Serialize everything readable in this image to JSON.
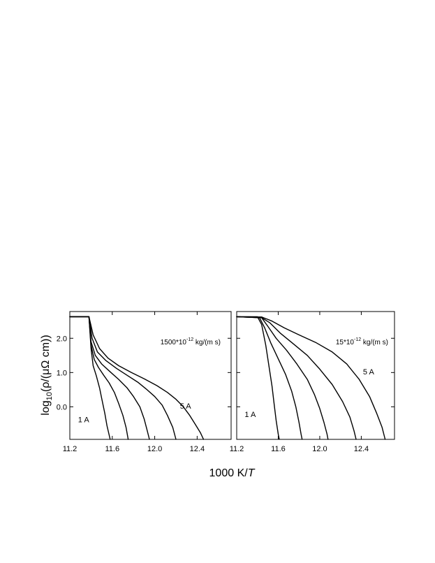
{
  "chart_data": [
    {
      "type": "line",
      "panel": "left",
      "annotation": {
        "base": "1500*10",
        "exp": "-12",
        "unit": " kg/(m s)"
      },
      "xlabel": "1000 K/T",
      "ylabel": "log10(ρ/(μΩ cm))",
      "xlim": [
        11.2,
        12.72
      ],
      "ylim": [
        -0.95,
        2.78
      ],
      "xticks": [
        "11.2",
        "11.6",
        "12.0",
        "12.4"
      ],
      "xtick_values": [
        11.2,
        11.6,
        12.0,
        12.4
      ],
      "yticks": [
        "2.0",
        "1.0",
        "0.0"
      ],
      "ytick_values": [
        2.0,
        1.0,
        0.0
      ],
      "curve_labels": [
        {
          "text": "1 A",
          "x": 11.33,
          "y": -0.45
        },
        {
          "text": "5 A",
          "x": 12.29,
          "y": -0.05
        }
      ],
      "series": [
        {
          "x": [
            11.2,
            11.38,
            11.4,
            11.42,
            11.45,
            11.48,
            11.5,
            11.53,
            11.55,
            11.58
          ],
          "y": [
            2.63,
            2.63,
            1.7,
            1.2,
            0.9,
            0.55,
            0.25,
            -0.2,
            -0.55,
            -0.95
          ]
        },
        {
          "x": [
            11.2,
            11.38,
            11.4,
            11.43,
            11.47,
            11.52,
            11.57,
            11.62,
            11.66,
            11.7,
            11.73,
            11.75
          ],
          "y": [
            2.63,
            2.63,
            1.8,
            1.38,
            1.15,
            0.92,
            0.7,
            0.42,
            0.1,
            -0.25,
            -0.6,
            -0.95
          ]
        },
        {
          "x": [
            11.2,
            11.38,
            11.4,
            11.44,
            11.5,
            11.58,
            11.66,
            11.74,
            11.8,
            11.86,
            11.9,
            11.93,
            11.95
          ],
          "y": [
            2.63,
            2.63,
            1.9,
            1.5,
            1.25,
            1.02,
            0.8,
            0.55,
            0.3,
            0.0,
            -0.35,
            -0.7,
            -0.95
          ]
        },
        {
          "x": [
            11.2,
            11.38,
            11.41,
            11.46,
            11.54,
            11.64,
            11.74,
            11.84,
            11.92,
            12.0,
            12.07,
            12.12,
            12.17,
            12.2
          ],
          "y": [
            2.63,
            2.63,
            2.0,
            1.6,
            1.35,
            1.12,
            0.92,
            0.72,
            0.52,
            0.3,
            0.05,
            -0.25,
            -0.6,
            -0.95
          ]
        },
        {
          "x": [
            11.2,
            11.38,
            11.42,
            11.48,
            11.56,
            11.66,
            11.78,
            11.9,
            12.02,
            12.12,
            12.2,
            12.27,
            12.33,
            12.38,
            12.43,
            12.46
          ],
          "y": [
            2.63,
            2.63,
            2.1,
            1.7,
            1.42,
            1.2,
            1.0,
            0.82,
            0.62,
            0.42,
            0.22,
            0.0,
            -0.25,
            -0.5,
            -0.75,
            -0.95
          ]
        }
      ]
    },
    {
      "type": "line",
      "panel": "right",
      "annotation": {
        "base": "15*10",
        "exp": "-12",
        "unit": " kg/(m s)"
      },
      "xlabel": "1000 K/T",
      "ylabel": "",
      "xlim": [
        11.2,
        12.72
      ],
      "ylim": [
        -0.95,
        2.78
      ],
      "xticks": [
        "11.2",
        "11.6",
        "12.0",
        "12.4"
      ],
      "xtick_values": [
        11.2,
        11.6,
        12.0,
        12.4
      ],
      "yticks": [],
      "ytick_values": [
        2.0,
        1.0,
        0.0
      ],
      "curve_labels": [
        {
          "text": "1 A",
          "x": 11.33,
          "y": -0.3
        },
        {
          "text": "5 A",
          "x": 12.47,
          "y": 0.95
        }
      ],
      "series": [
        {
          "x": [
            11.2,
            11.4,
            11.44,
            11.48,
            11.51,
            11.54,
            11.56,
            11.58,
            11.6,
            11.61
          ],
          "y": [
            2.63,
            2.63,
            2.4,
            1.8,
            1.2,
            0.6,
            0.1,
            -0.4,
            -0.8,
            -0.95
          ]
        },
        {
          "x": [
            11.2,
            11.42,
            11.47,
            11.53,
            11.6,
            11.67,
            11.73,
            11.77,
            11.8,
            11.82,
            11.83
          ],
          "y": [
            2.63,
            2.6,
            2.3,
            1.85,
            1.4,
            0.95,
            0.45,
            0.0,
            -0.45,
            -0.8,
            -0.95
          ]
        },
        {
          "x": [
            11.2,
            11.44,
            11.5,
            11.58,
            11.68,
            11.78,
            11.88,
            11.95,
            12.0,
            12.04,
            12.07,
            12.08
          ],
          "y": [
            2.63,
            2.6,
            2.35,
            2.0,
            1.65,
            1.25,
            0.8,
            0.35,
            -0.05,
            -0.45,
            -0.8,
            -0.95
          ]
        },
        {
          "x": [
            11.2,
            11.44,
            11.52,
            11.62,
            11.74,
            11.88,
            12.0,
            12.12,
            12.22,
            12.29,
            12.33,
            12.35
          ],
          "y": [
            2.63,
            2.6,
            2.45,
            2.15,
            1.85,
            1.5,
            1.1,
            0.65,
            0.15,
            -0.3,
            -0.7,
            -0.95
          ]
        },
        {
          "x": [
            11.2,
            11.44,
            11.54,
            11.66,
            11.8,
            11.96,
            12.12,
            12.26,
            12.38,
            12.48,
            12.55,
            12.6,
            12.63
          ],
          "y": [
            2.63,
            2.62,
            2.5,
            2.3,
            2.1,
            1.88,
            1.6,
            1.25,
            0.8,
            0.3,
            -0.2,
            -0.6,
            -0.95
          ]
        }
      ]
    }
  ]
}
